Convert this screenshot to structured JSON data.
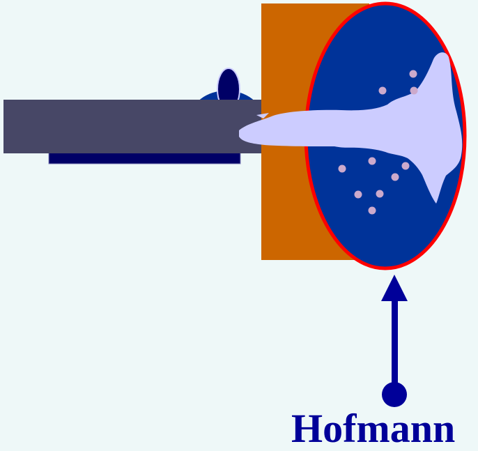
{
  "caption": {
    "label": "Hofmann"
  },
  "colors": {
    "background": "#eef8f8",
    "slab": "#cc6600",
    "disk_fill": "#003399",
    "disk_rim": "#ff0000",
    "beam_bar": "#474766",
    "beam_shadow": "#000066",
    "jet": "#ccccff",
    "particles": "#ccaacc",
    "arrow": "#000099"
  },
  "icons": {
    "beam": "beam-bar",
    "target": "target-disk",
    "jet": "plasma-jet",
    "pointer": "arrow-up-pin"
  }
}
